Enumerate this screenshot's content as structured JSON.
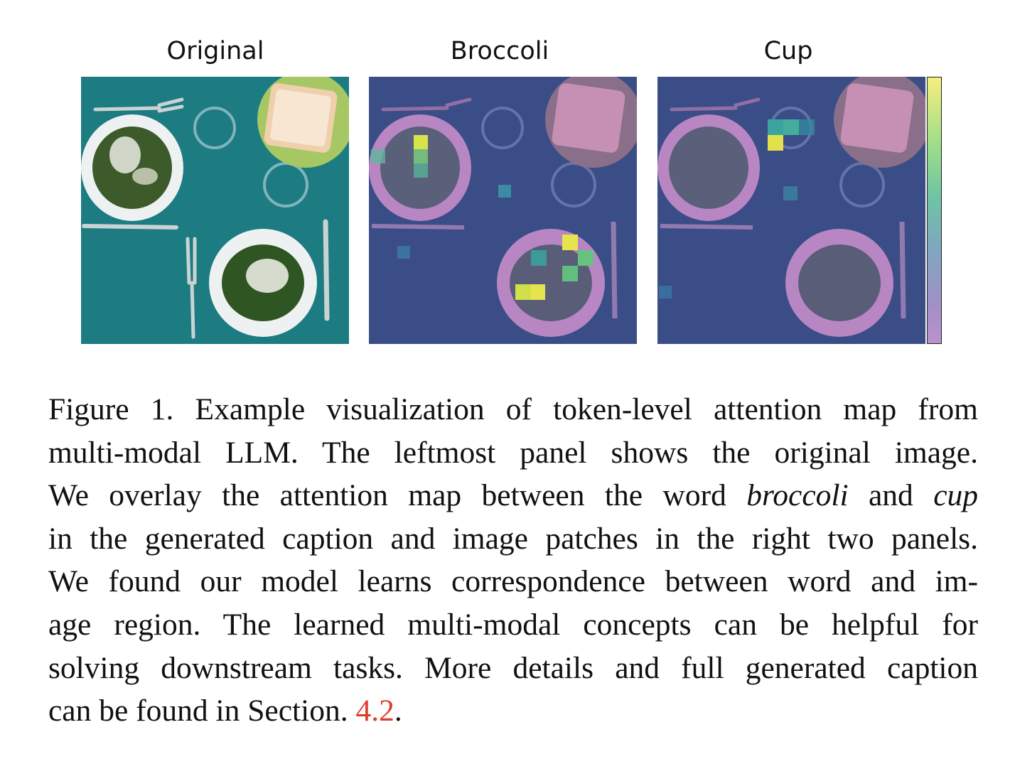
{
  "figure": {
    "panel_titles": [
      "Original",
      "Broccoli",
      "Cup"
    ],
    "panel_images": [
      "top-down photo of table: teal tablecloth, bowl of broccoli with sauce, green plate with bread, glasses, forks, knives",
      "same photo with broccoli attention overlay",
      "same photo with cup attention overlay"
    ],
    "colorbar_colors": [
      "#f6ee7c",
      "#6fc4a4",
      "#b993cc"
    ]
  },
  "caption": {
    "line1": "Figure 1. Example visualization of token-level attention map from",
    "line2": "multi-modal LLM. The leftmost panel shows the original image.",
    "line3_a": "We overlay the attention map between the word ",
    "line3_b": "broccoli",
    "line3_c": " and ",
    "line3_d": "cup",
    "line4": "in the generated caption and image patches in the right two panels.",
    "line5": "We found our model learns correspondence between word and im-",
    "line6": "age region.  The learned multi-modal concepts can be helpful for",
    "line7": "solving downstream tasks. More details and full generated caption",
    "line8_a": "can be found in Section. ",
    "line8_ref": "4.2",
    "line8_b": "."
  }
}
